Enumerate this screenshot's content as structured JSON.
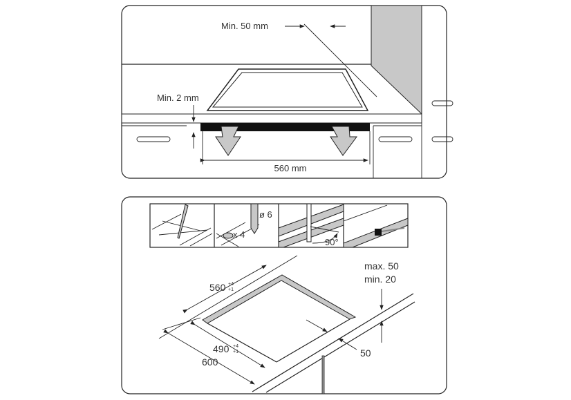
{
  "top_figure": {
    "min_clearance_wall": "Min. 50 mm",
    "min_gap": "Min. 2 mm",
    "cutout_width": "560 mm"
  },
  "steps": [
    {
      "label": ""
    },
    {
      "drill_diameter": "ø 6",
      "hole_count": "x 4"
    },
    {
      "angle": "90°"
    },
    {
      "label": ""
    }
  ],
  "bottom_figure": {
    "cutout_depth": "560",
    "cutout_depth_tol_plus": "+4",
    "cutout_depth_tol_minus": "+1",
    "cutout_width": "490",
    "cutout_width_tol_plus": "+4",
    "cutout_width_tol_minus": "+1",
    "worktop_depth": "600",
    "front_distance": "50",
    "thickness_max": "max. 50",
    "thickness_min": "min. 20"
  },
  "colors": {
    "line": "#222222",
    "fill_gray": "#c8c8c8"
  }
}
